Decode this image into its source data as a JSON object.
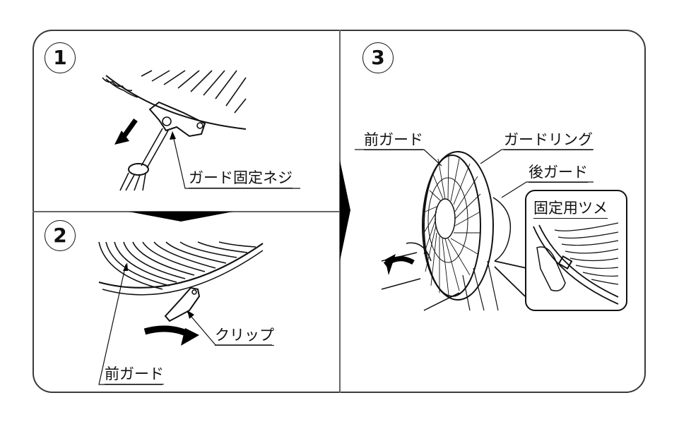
{
  "steps": [
    {
      "number": "1",
      "labels": {
        "screw": "ガード固定ネジ"
      }
    },
    {
      "number": "2",
      "labels": {
        "clip": "クリップ",
        "front_guard": "前ガード"
      }
    },
    {
      "number": "3",
      "labels": {
        "front_guard": "前ガード",
        "guard_ring": "ガードリング",
        "rear_guard": "後ガード",
        "fixing_tab": "固定用ツメ"
      }
    }
  ]
}
